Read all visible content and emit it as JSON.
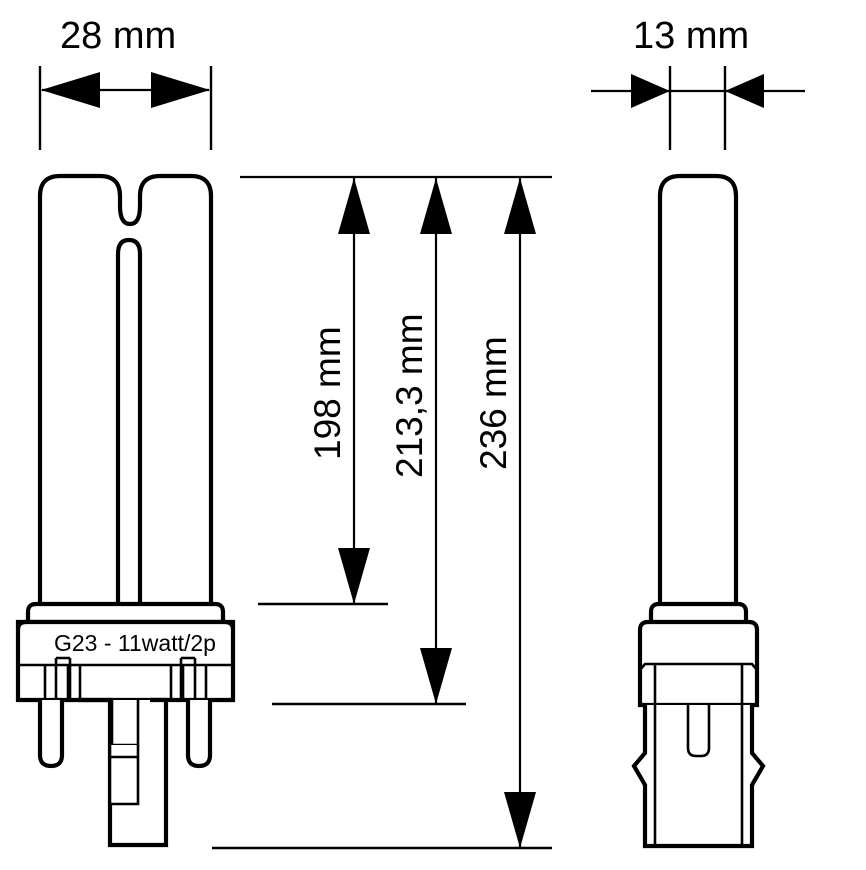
{
  "drawing": {
    "title": "Compact fluorescent lamp dimension drawing",
    "units": "mm",
    "line_color": "#000000",
    "background_color": "#ffffff",
    "views": [
      {
        "name": "front-view",
        "label": ""
      },
      {
        "name": "side-view",
        "label": ""
      }
    ]
  },
  "dimensions": {
    "width_front": {
      "value": "28 mm",
      "orientation": "horizontal",
      "arrow_style": "inward-pair",
      "name": "width-28mm"
    },
    "width_side": {
      "value": "13 mm",
      "orientation": "horizontal",
      "arrow_style": "outward-pair",
      "name": "width-13mm"
    },
    "vertical": [
      {
        "value": "198 mm",
        "name": "height-198mm",
        "orientation": "vertical"
      },
      {
        "value": "213,3 mm",
        "name": "height-213-3mm",
        "orientation": "vertical"
      },
      {
        "value": "236 mm",
        "name": "height-236mm",
        "orientation": "vertical"
      }
    ]
  },
  "base": {
    "marking": "G23 - 11watt/2p",
    "cap_type": "G23",
    "wattage": "11watt",
    "pins": "2p"
  }
}
